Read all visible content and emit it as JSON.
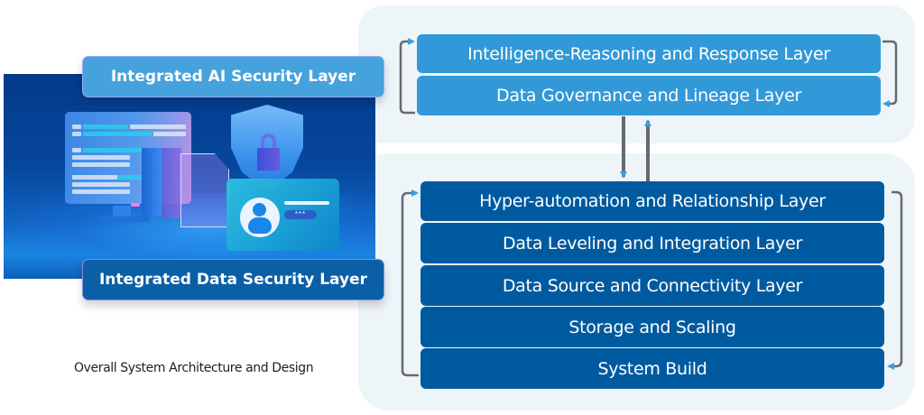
{
  "caption": "Overall System Architecture and Design",
  "side_labels": {
    "ai_security": "Integrated AI Security Layer",
    "data_security": "Integrated Data Security Layer"
  },
  "illustration": {
    "password_mask": "***",
    "elements": [
      "monitor",
      "books",
      "document",
      "shield-lock",
      "user-credential-card"
    ]
  },
  "top_group": {
    "layers": [
      {
        "label": "Intelligence-Reasoning and Response Layer"
      },
      {
        "label": "Data Governance and Lineage Layer"
      }
    ]
  },
  "bottom_group": {
    "layers": [
      {
        "label": "Hyper-automation and Relationship Layer"
      },
      {
        "label": "Data Leveling and Integration Layer"
      },
      {
        "label": "Data Source and Connectivity Layer"
      },
      {
        "label": "Storage and Scaling"
      },
      {
        "label": "System Build"
      }
    ]
  },
  "connections": [
    {
      "from": "Data Governance and Lineage Layer",
      "to": "Hyper-automation and Relationship Layer",
      "direction": "down"
    },
    {
      "from": "Hyper-automation and Relationship Layer",
      "to": "Data Governance and Lineage Layer",
      "direction": "up"
    },
    {
      "from": "Intelligence-Reasoning and Response Layer",
      "to": "Data Governance and Lineage Layer",
      "type": "right-loop"
    },
    {
      "from": "Data Governance and Lineage Layer",
      "to": "Intelligence-Reasoning and Response Layer",
      "type": "left-loop"
    },
    {
      "from": "Hyper-automation and Relationship Layer",
      "to": "System Build",
      "type": "right-loop"
    },
    {
      "from": "System Build",
      "to": "Hyper-automation and Relationship Layer",
      "type": "left-loop"
    }
  ],
  "colors": {
    "top_layer": "#3199d8",
    "bottom_layer": "#005aa0",
    "panel_bg": "#eef5f9",
    "connector": "#666a70",
    "arrowhead": "#3a9ee0",
    "ai_label": "#45a2dc",
    "data_label": "#0b5fa6"
  }
}
